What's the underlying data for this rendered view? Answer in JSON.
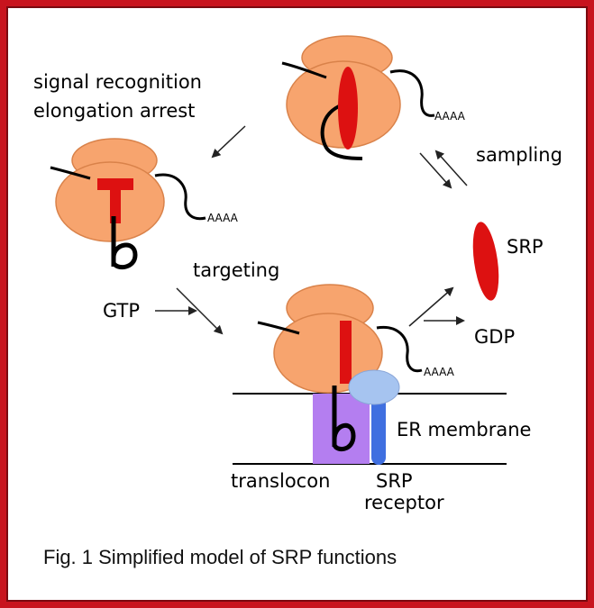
{
  "labels": {
    "signal_recognition": "signal recognition",
    "elongation_arrest": "elongation arrest",
    "sampling": "sampling",
    "srp": "SRP",
    "targeting": "targeting",
    "gtp": "GTP",
    "gdp": "GDP",
    "er_membrane": "ER membrane",
    "translocon": "translocon",
    "srp_receptor_line1": "SRP",
    "srp_receptor_line2": "receptor",
    "polya_top": "AAAA",
    "polya_left": "AAAA",
    "polya_bottom": "AAAA"
  },
  "caption": "Fig. 1 Simplified model of SRP functions",
  "colors": {
    "frame": "#c8141e",
    "ribosome": "#f7a46e",
    "ribosome_outline": "#d9824a",
    "srp": "#dd1111",
    "translocon": "#b47ef0",
    "srp_receptor_head": "#a6c4f0",
    "srp_receptor_stem": "#3f6fe0",
    "mrna": "#000000"
  }
}
